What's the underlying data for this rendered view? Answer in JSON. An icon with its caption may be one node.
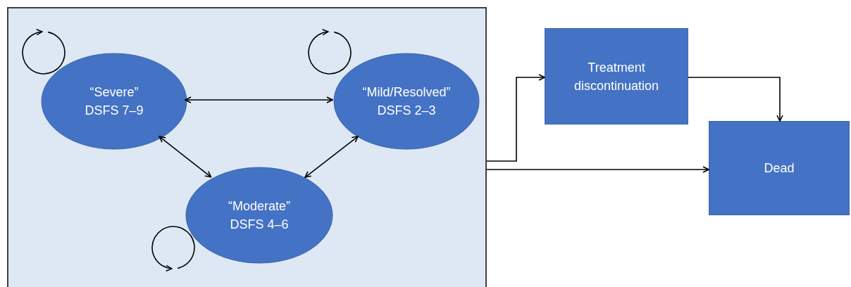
{
  "diagram": {
    "nodes": [
      {
        "text": [],
        "shape": "box"
      },
      {
        "text": [
          "“Severe”",
          "DSFS 7–9"
        ],
        "in": 0
      },
      {
        "text": [
          "“Mild/Resolved”",
          "DSFS 2–3"
        ],
        "in": 0
      },
      {
        "text": [
          "“Moderate”",
          "DSFS 4–6"
        ],
        "in": 0
      },
      {
        "text": [
          "Treatment discontinuation"
        ]
      },
      {
        "text": [
          "Dead"
        ]
      }
    ],
    "edges": [
      {
        "from": 1,
        "to": 1,
        "arrow": "to"
      },
      {
        "from": 2,
        "to": 2,
        "arrow": "to"
      },
      {
        "from": 1,
        "to": 2,
        "arrow": "both"
      },
      {
        "from": 1,
        "to": 3,
        "arrow": "both"
      },
      {
        "from": 2,
        "to": 3,
        "arrow": "both"
      },
      {
        "from": 3,
        "to": 3,
        "arrow": "to"
      },
      {
        "from": 0,
        "to": 4,
        "arrow": "to"
      },
      {
        "from": 0,
        "to": 5,
        "arrow": "to"
      },
      {
        "from": 4,
        "to": 5,
        "arrow": "to"
      }
    ]
  }
}
